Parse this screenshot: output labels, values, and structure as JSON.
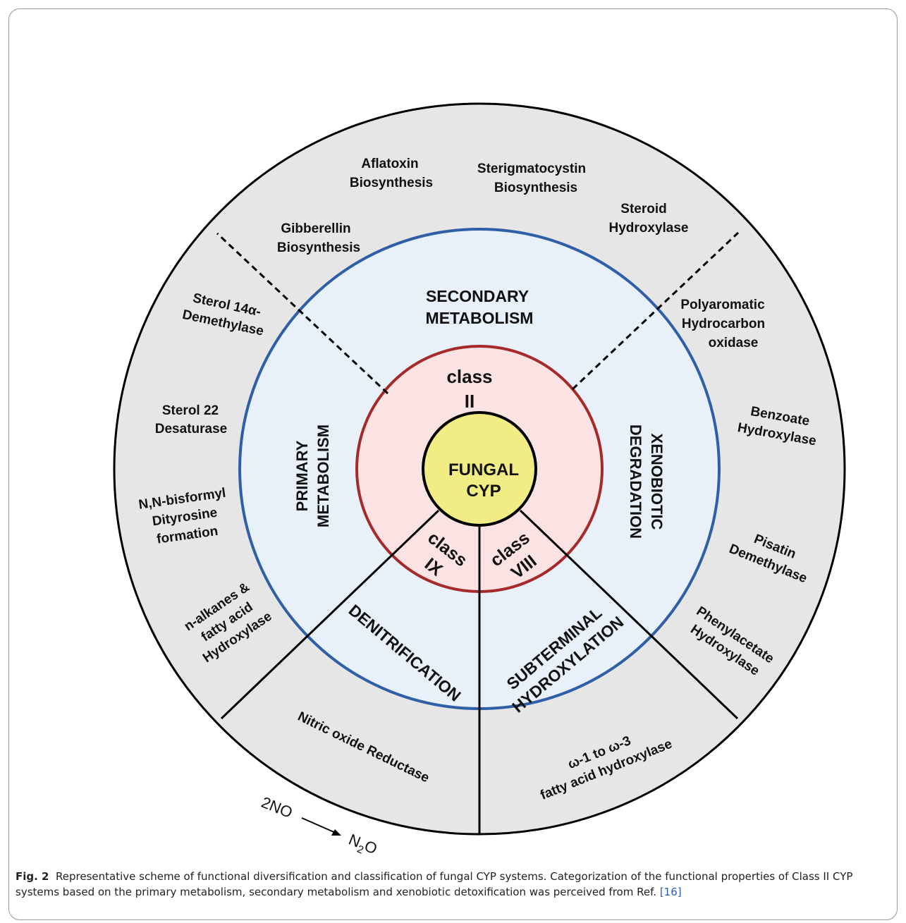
{
  "center": {
    "line1": "FUNGAL",
    "line2": "CYP"
  },
  "classes": {
    "class_ii": {
      "line1": "class",
      "line2": "II"
    },
    "class_ix": {
      "line1": "class",
      "line2": "IX"
    },
    "class_viii": {
      "line1": "class",
      "line2": "VIII"
    }
  },
  "categories": {
    "secondary": {
      "line1": "SECONDARY",
      "line2": "METABOLISM"
    },
    "primary": {
      "line1": "PRIMARY",
      "line2": "METABOLISM"
    },
    "xenobiotic": {
      "line1": "XENOBIOTIC",
      "line2": "DEGRADATION"
    },
    "denitrification": {
      "line1": "DENITRIFICATION"
    },
    "subterminal": {
      "line1": "SUBTERMINAL",
      "line2": "HYDROXYLATION"
    }
  },
  "enzymes": {
    "gibberellin": {
      "line1": "Gibberellin",
      "line2": "Biosynthesis"
    },
    "aflatoxin": {
      "line1": "Aflatoxin",
      "line2": "Biosynthesis"
    },
    "sterigmatocystin": {
      "line1": "Sterigmatocystin",
      "line2": "Biosynthesis"
    },
    "steroid": {
      "line1": "Steroid",
      "line2": "Hydroxylase"
    },
    "sterol14": {
      "line1": "Sterol 14α-",
      "line2": "Demethylase"
    },
    "sterol22": {
      "line1": "Sterol 22",
      "line2": "Desaturase"
    },
    "dityrosine": {
      "line1": "N,N-bisformyl",
      "line2": "Dityrosine",
      "line3": "formation"
    },
    "alkanes": {
      "line1": "n-alkanes &",
      "line2": "fatty acid",
      "line3": "Hydroxylase"
    },
    "polyaromatic": {
      "line1": "Polyaromatic",
      "line2": "Hydrocarbon",
      "line3": "oxidase"
    },
    "benzoate": {
      "line1": "Benzoate",
      "line2": "Hydroxylase"
    },
    "pisatin": {
      "line1": "Pisatin",
      "line2": "Demethylase"
    },
    "phenylacetate": {
      "line1": "Phenylacetate",
      "line2": "Hydroxylase"
    },
    "nitric": {
      "line1": "Nitric oxide Reductase"
    },
    "omega": {
      "line1": "ω-1 to ω-3",
      "line2": "fatty acid hydroxylase"
    }
  },
  "reaction": {
    "reactant": "2NO",
    "product_n": "N",
    "product_sub": "2",
    "product_o": "O"
  },
  "caption": {
    "figure_label": "Fig. 2",
    "text": "Representative scheme of functional diversification and classification of fungal CYP systems. Categorization of the functional properties of Class II CYP systems based on the primary metabolism, secondary metabolism and xenobiotic detoxification was perceived from Ref.",
    "ref": "[16]"
  },
  "colors": {
    "outer_ring": "#e6e6e6",
    "middle_ring": "#e8f0fa",
    "middle_ring_border": "#2f5fa6",
    "inner_ring": "#fbe3e3",
    "inner_ring_border": "#a52a2a",
    "center": "#f2ec84",
    "divider": "#000000"
  }
}
